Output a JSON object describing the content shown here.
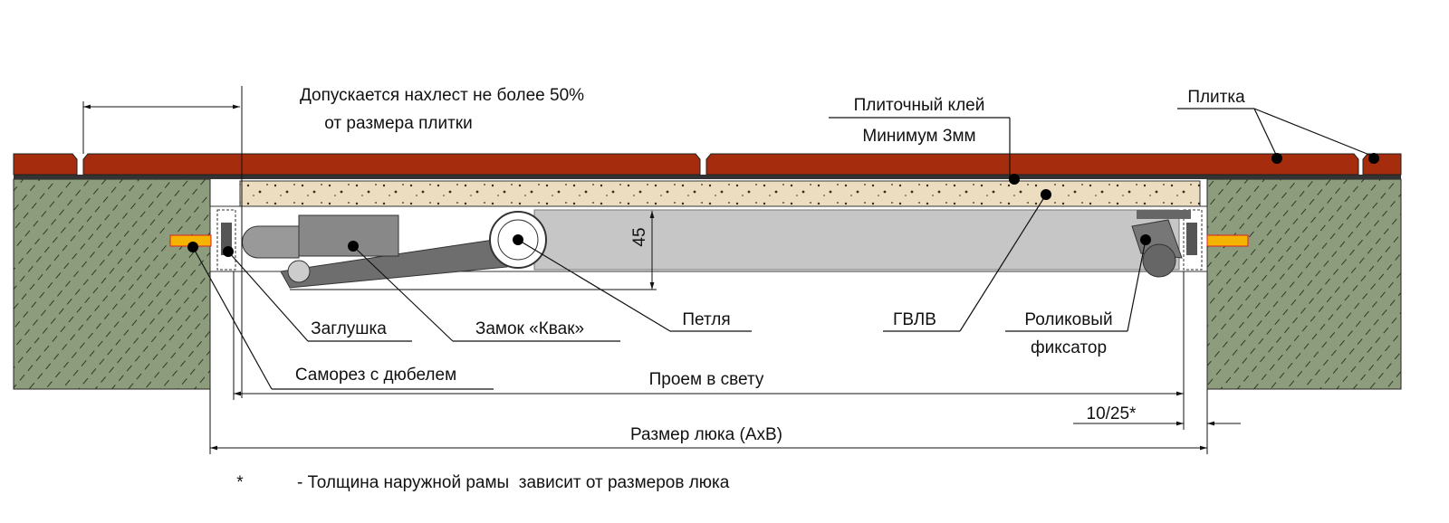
{
  "labels": {
    "overlap_line1": "Допускается нахлест не более 50%",
    "overlap_line2": "от размера плитки",
    "adhesive_line1": "Плиточный клей",
    "adhesive_line2": "Минимум 3мм",
    "tile": "Плитка",
    "height_dim": "45",
    "plug": "Заглушка",
    "lock": "Замок «Квак»",
    "hinge": "Петля",
    "gvlv": "ГВЛВ",
    "roller_line1": "Роликовый",
    "roller_line2": "фиксатор",
    "screw": "Саморез с дюбелем",
    "clear_opening": "Проем в свету",
    "frame_thickness": "10/25*",
    "hatch_size": "Размер люка (АхВ)",
    "footnote_mark": "*",
    "footnote": "- Толщина наружной рамы  зависит от размеров люка"
  },
  "colors": {
    "tile": "#a52c0c",
    "wall": "#8d9c7c",
    "adhesive": "#ecdcc0",
    "panel": "#c6c6c6",
    "mechanism": "#7a7a7a",
    "screw": "#f5b400"
  }
}
